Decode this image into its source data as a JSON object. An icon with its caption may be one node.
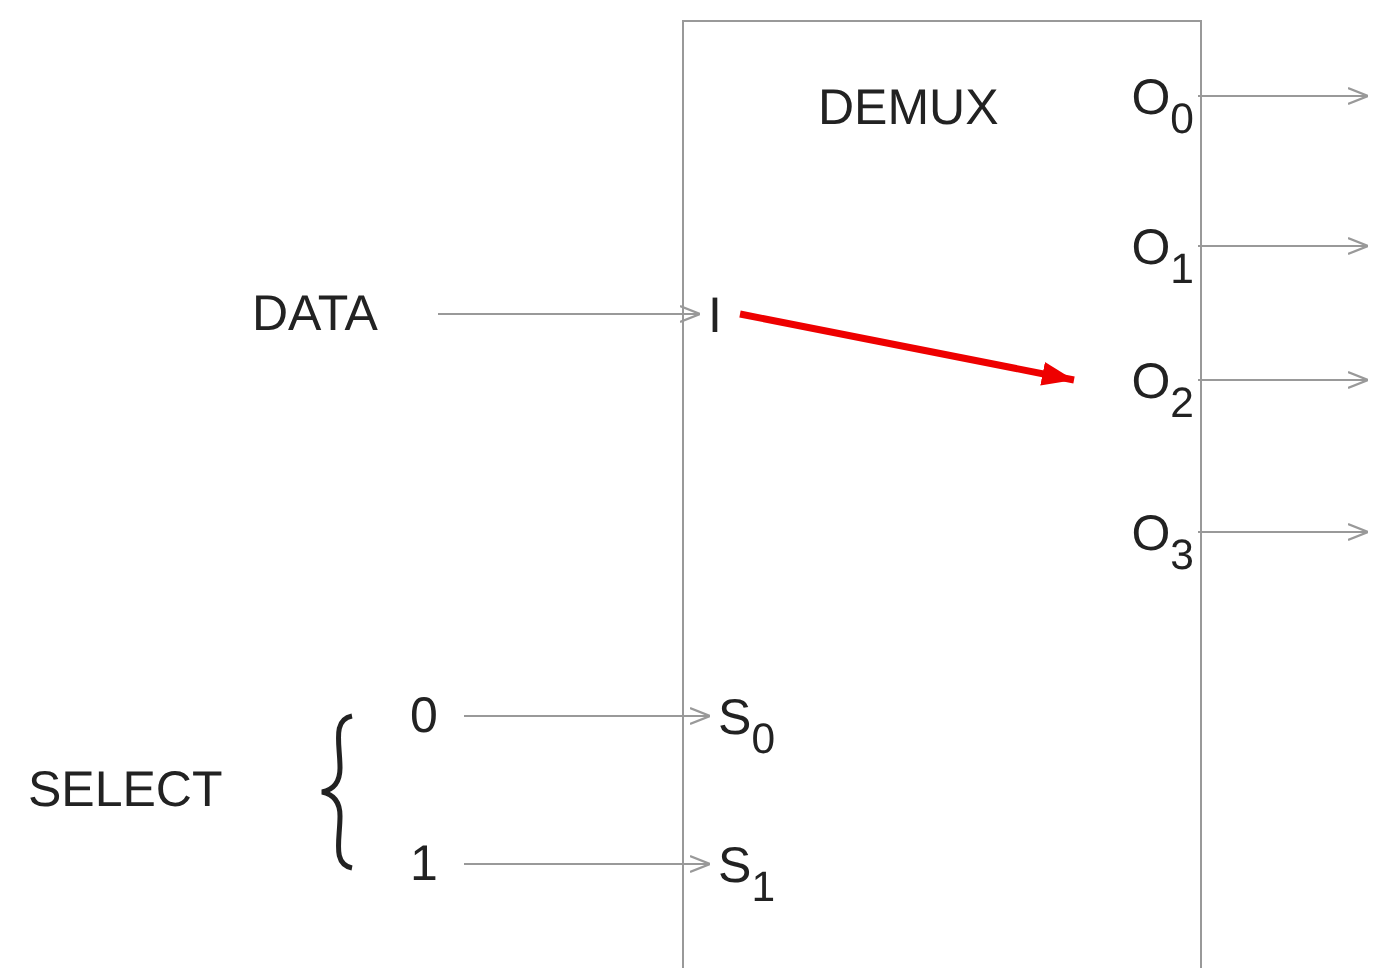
{
  "diagram": {
    "nodes": [
      {
        "text": [
          "DEMUX"
        ]
      },
      {
        "text": [
          "I"
        ],
        "in": 0
      },
      {
        "text": [
          "O$_{0}$"
        ],
        "in": 0
      },
      {
        "text": [
          "O$_{1}$"
        ],
        "in": 0
      },
      {
        "text": [
          "O$_{2}$"
        ],
        "in": 0
      },
      {
        "text": [
          "O$_{3}$"
        ],
        "in": 0
      },
      {
        "text": [
          "S$_{0}$"
        ],
        "in": 0
      },
      {
        "text": [
          "S$_{1}$"
        ],
        "in": 0
      },
      {
        "text": [
          "DATA"
        ]
      },
      {
        "text": [
          "0"
        ]
      },
      {
        "text": [
          "1"
        ]
      }
    ],
    "edges": [
      {
        "from": 8,
        "to": 1,
        "arrow": "to"
      },
      {
        "from": 1,
        "to": 4,
        "arrow": "to",
        "style": "thick",
        "color": "#ee0000"
      },
      {
        "from": 2,
        "to": null,
        "arrow": "to"
      },
      {
        "from": 3,
        "to": null,
        "arrow": "to"
      },
      {
        "from": 4,
        "to": null,
        "arrow": "to"
      },
      {
        "from": 5,
        "to": null,
        "arrow": "to"
      },
      {
        "from": 9,
        "to": 6,
        "arrow": "to"
      },
      {
        "from": 10,
        "to": 7,
        "arrow": "to"
      }
    ],
    "labels": [
      "SELECT"
    ]
  }
}
